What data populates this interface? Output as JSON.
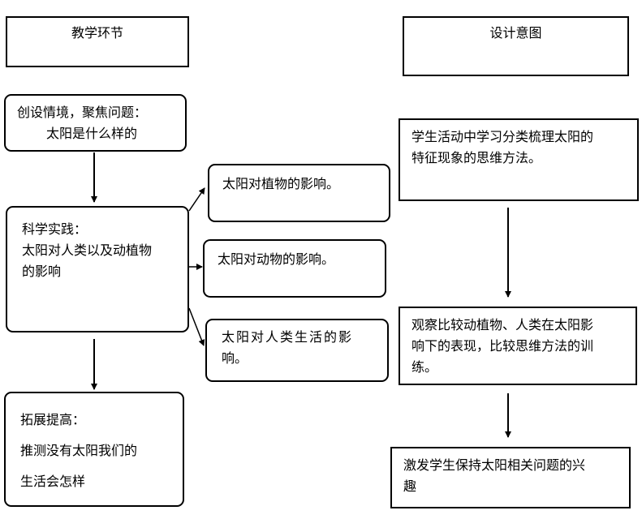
{
  "headers": {
    "left": "教学环节",
    "right": "设计意图"
  },
  "left_column": {
    "step1": [
      "创设情境，聚焦问题：",
      "太阳是什么样的"
    ],
    "step2": [
      "科学实践：",
      "太阳对人类以及动植物",
      "的影响"
    ],
    "step3": [
      "拓展提高：",
      "推测没有太阳我们的",
      "生活会怎样"
    ]
  },
  "branches": {
    "plants": "太阳对植物的影响。",
    "animals": "太阳对动物的影响。",
    "human": [
      "太阳对人类生活的影",
      "响。"
    ]
  },
  "right_column": {
    "intent1": [
      "学生活动中学习分类梳理太阳的",
      "特征现象的思维方法。"
    ],
    "intent2": [
      "观察比较动植物、人类在太阳影",
      "响下的表现，比较思维方法的训",
      "练。"
    ],
    "intent3": [
      "激发学生保持太阳相关问题的兴",
      "趣"
    ]
  }
}
